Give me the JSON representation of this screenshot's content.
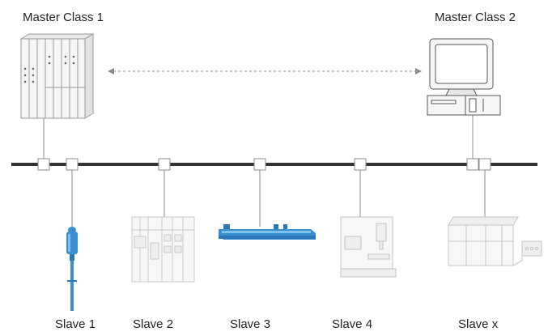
{
  "masters": [
    {
      "label": "Master Class 1"
    },
    {
      "label": "Master Class 2"
    }
  ],
  "slaves": [
    {
      "label": "Slave 1"
    },
    {
      "label": "Slave 2"
    },
    {
      "label": "Slave 3"
    },
    {
      "label": "Slave 4"
    },
    {
      "label": "Slave x"
    }
  ],
  "colors": {
    "bus": "#333333",
    "device_outline": "#9a9a9a",
    "device_fill": "#f4f4f4",
    "accent_blue": "#3a8fd0",
    "dashed_link": "#8a8a8a"
  }
}
